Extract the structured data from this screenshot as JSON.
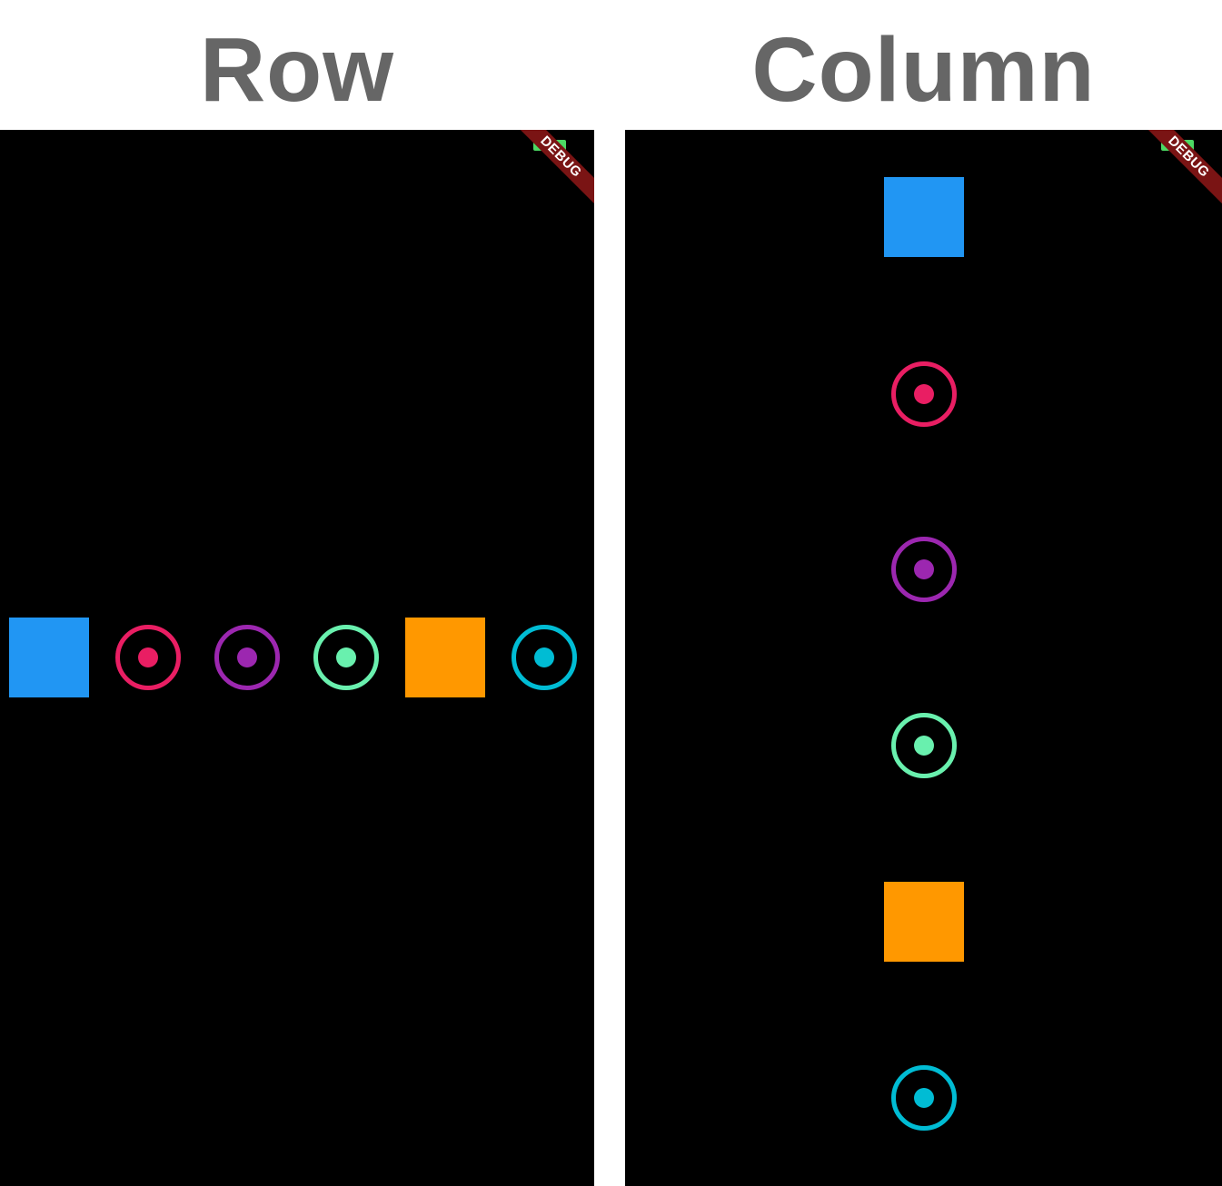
{
  "panels": [
    {
      "title": "Row",
      "debug_label": "DEBUG",
      "items": [
        {
          "kind": "square",
          "color": "#2196f3"
        },
        {
          "kind": "ring",
          "color": "#e91e63"
        },
        {
          "kind": "ring",
          "color": "#9c27b0"
        },
        {
          "kind": "ring",
          "color": "#69f0ae"
        },
        {
          "kind": "square",
          "color": "#ff9800"
        },
        {
          "kind": "ring",
          "color": "#00bcd4"
        }
      ]
    },
    {
      "title": "Column",
      "debug_label": "DEBUG",
      "items": [
        {
          "kind": "square",
          "color": "#2196f3"
        },
        {
          "kind": "ring",
          "color": "#e91e63"
        },
        {
          "kind": "ring",
          "color": "#9c27b0"
        },
        {
          "kind": "ring",
          "color": "#69f0ae"
        },
        {
          "kind": "square",
          "color": "#ff9800"
        },
        {
          "kind": "ring",
          "color": "#00bcd4"
        }
      ]
    }
  ],
  "colors": {
    "screen_background": "#000000",
    "heading_text": "#666666",
    "debug_ribbon": "#7a1414",
    "status_indicator": "#4cd964"
  }
}
